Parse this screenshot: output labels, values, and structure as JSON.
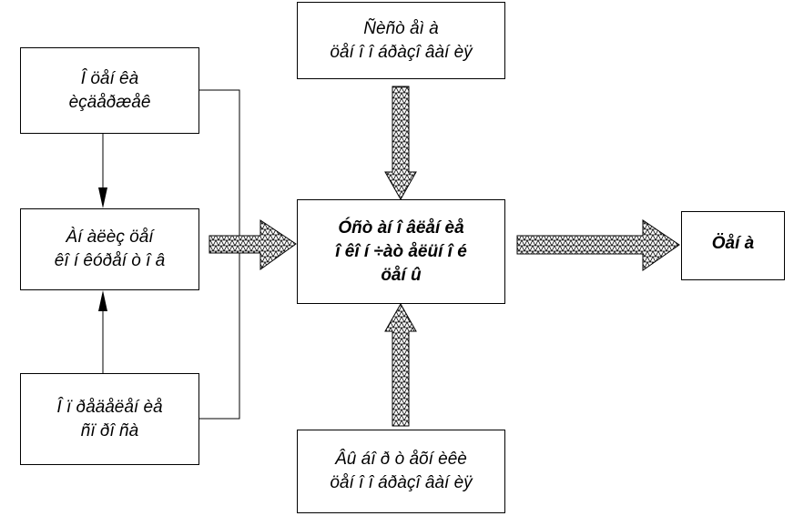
{
  "diagram": {
    "nodes": {
      "cost_cost": "Î öåí êà\nèçäåðæåê",
      "demand_analysis": "Àí àëèç öåí\nêî í êóðåí ò î â",
      "demand_level": "Î ï ðåäåëåí èå\nñï ðî ñà",
      "setting_goals": "Ñèñò åì à\nöåí î î áðàçî âàí èÿ",
      "center": "Óñò àí î âëåí èå\nî êî í ÷àò åëüí î é\nöåí û",
      "price": "Öåí à",
      "external_factors": "Âû áî ð ò åõí èêè\nöåí î î áðàçî âàí èÿ"
    }
  }
}
